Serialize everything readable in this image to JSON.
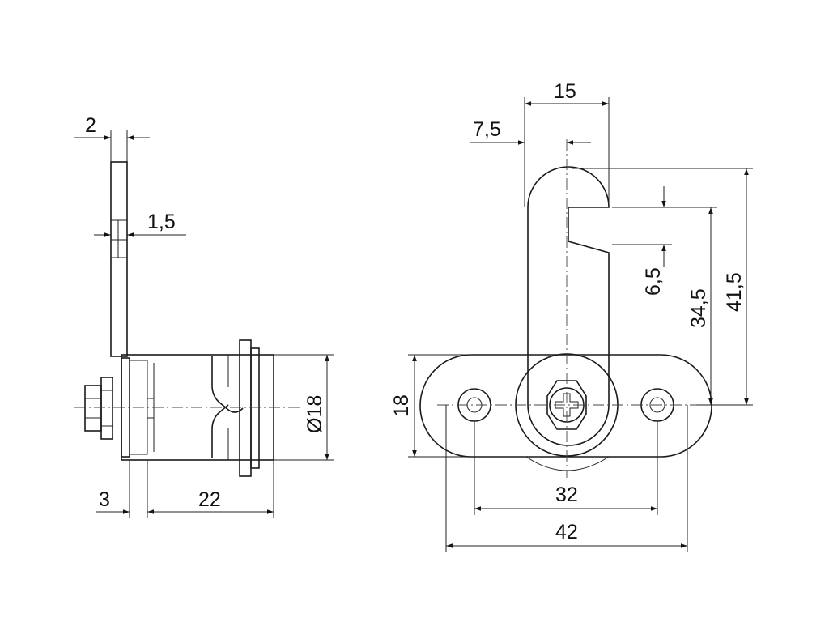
{
  "dimensions": {
    "flange_thickness": "2",
    "cam_thickness": "1,5",
    "nut_length": "3",
    "body_length": "22",
    "body_diameter": "Ø18",
    "cam_width": "15",
    "cam_half_width": "7,5",
    "slot_width": "6,5",
    "slot_height": "34,5",
    "cam_length": "41,5",
    "flange_height": "18",
    "hole_spacing": "32",
    "flange_width": "42"
  }
}
